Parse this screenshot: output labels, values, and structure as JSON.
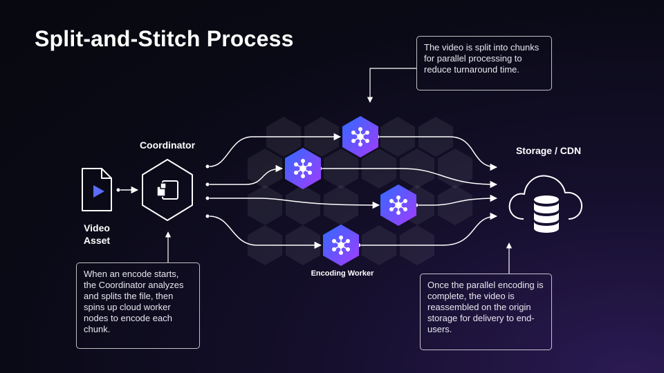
{
  "title": "Split-and-Stitch Process",
  "labels": {
    "video_asset": "Video\nAsset",
    "coordinator": "Coordinator",
    "storage": "Storage / CDN",
    "encoding_worker": "Encoding Worker"
  },
  "callouts": {
    "split": "The video is split into chunks for parallel processing to reduce turnaround time.",
    "coordinator": "When an encode starts, the Coordinator analyzes and splits the file, then spins up cloud worker nodes to encode each chunk.",
    "reassemble": "Once the parallel encoding is complete, the video is reassembled on the origin storage for delivery to end-users."
  },
  "icons": {
    "video_asset": "video-file-icon",
    "coordinator": "split-file-icon",
    "worker": "worker-node-icon",
    "storage": "cloud-database-icon"
  },
  "colors": {
    "worker_gradient_start": "#2f6bff",
    "worker_gradient_end": "#a43bff",
    "play": "#5b6cff"
  }
}
